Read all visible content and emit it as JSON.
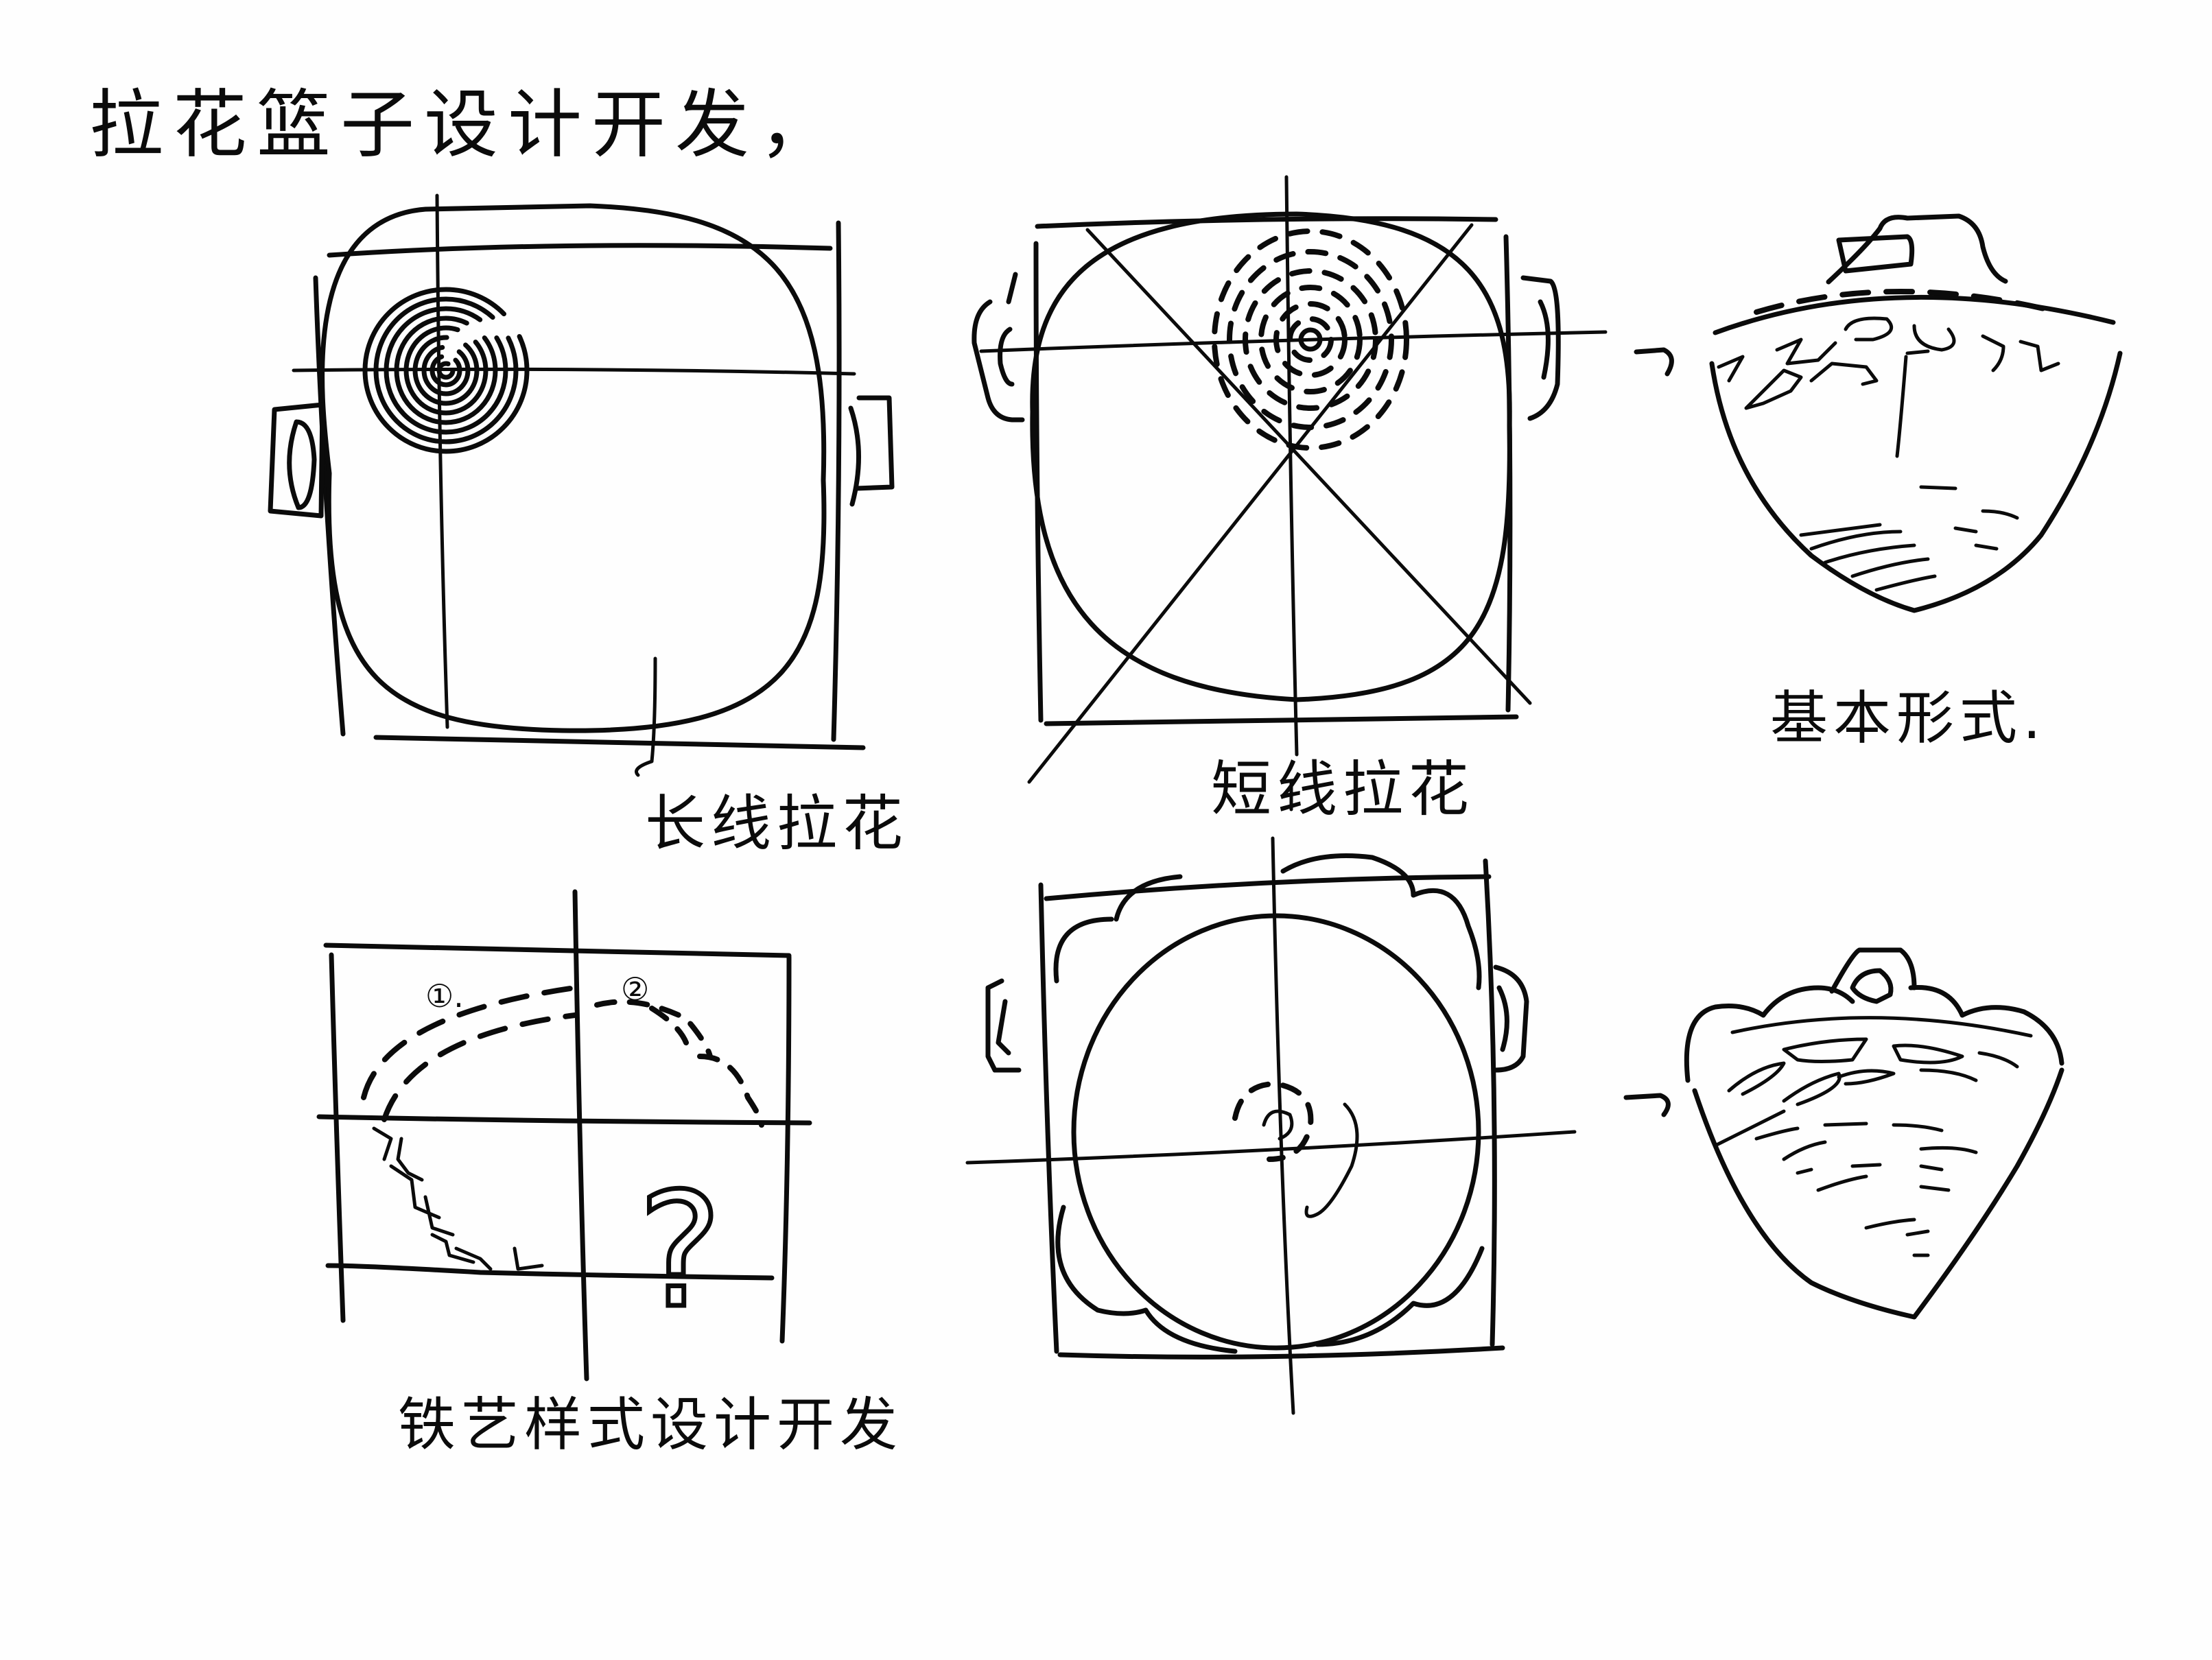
{
  "sheet": {
    "title": "拉花篮子设计开发，",
    "background_color": "#fefefe",
    "ink_color": "#0b0b0b"
  },
  "sketches": [
    {
      "id": "long-line-pattern",
      "view": "top",
      "label": "长线拉花",
      "features": [
        "bounding-square",
        "center-crosshair",
        "rounded-square-rim",
        "two-side-handles",
        "concentric-long-line-rings"
      ]
    },
    {
      "id": "short-line-pattern",
      "view": "top",
      "label": "短线拉花",
      "features": [
        "bounding-square",
        "center-crosshair",
        "diagonal-guides",
        "rounded-square-rim",
        "two-side-handles",
        "concentric-short-dash-rings"
      ],
      "arrow": "→"
    },
    {
      "id": "basic-form",
      "view": "side",
      "label": "基本形式.",
      "features": [
        "top-handle",
        "bowl-body",
        "cutout-pattern-band",
        "curved-base-lines"
      ]
    },
    {
      "id": "ironwork-style",
      "view": "quadrant-study",
      "label": "铁艺样式设计开发",
      "quadrants": [
        {
          "marker": "①.",
          "content": "dashed-double-arc"
        },
        {
          "marker": "②",
          "content": "scalloped-dashed-arcs"
        },
        {
          "marker": "",
          "content": "zigzag-dashed-line"
        },
        {
          "marker": "?",
          "content": "question-mark"
        }
      ]
    },
    {
      "id": "scalloped-rim",
      "view": "top",
      "label": "",
      "features": [
        "bounding-square",
        "center-crosshair",
        "scalloped-rim",
        "two-side-handles",
        "swirl-center"
      ],
      "arrow": "→"
    },
    {
      "id": "scalloped-side",
      "view": "side",
      "label": "",
      "features": [
        "top-handle",
        "scalloped-rim",
        "slotted-pattern-band",
        "dash-line-body"
      ]
    }
  ]
}
